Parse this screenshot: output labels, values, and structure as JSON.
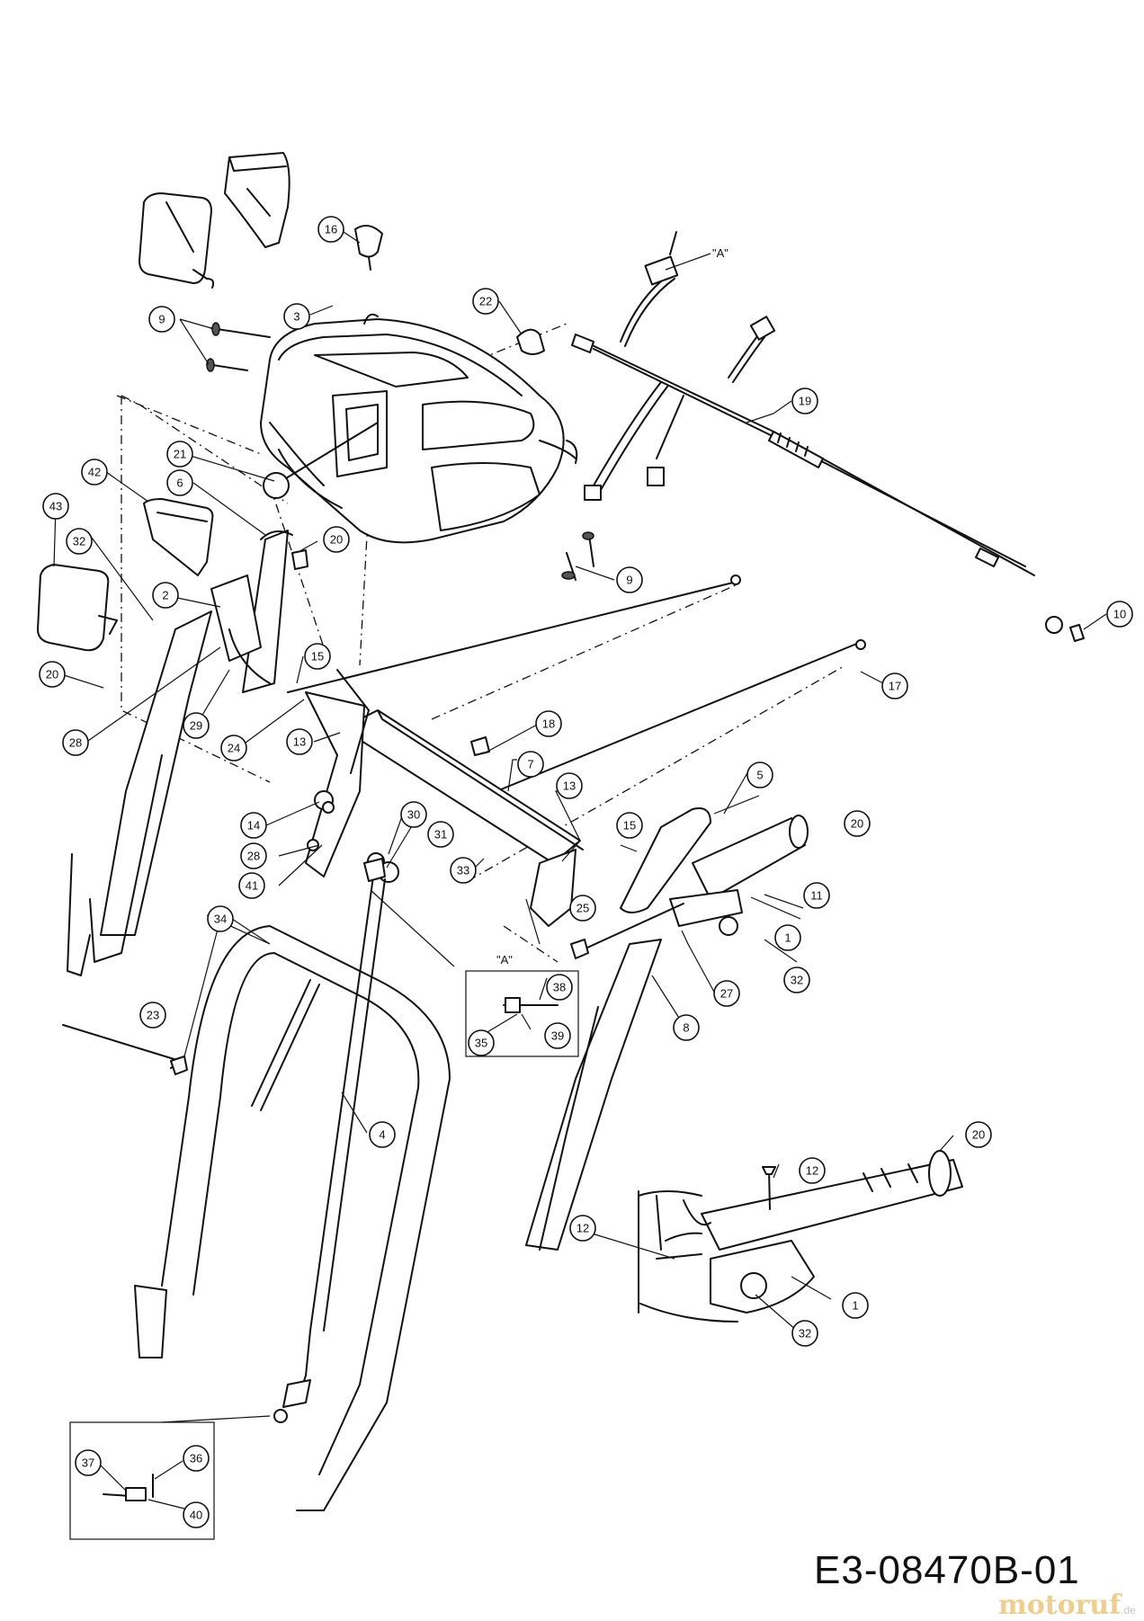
{
  "drawing_number": "E3-08470B-01",
  "view_reference": "\"A\"",
  "watermark": {
    "brand": "motoruf",
    "suffix": ".de"
  },
  "callouts": [
    {
      "id": "c16",
      "label": "16"
    },
    {
      "id": "c3",
      "label": "3"
    },
    {
      "id": "c9a",
      "label": "9"
    },
    {
      "id": "c22",
      "label": "22"
    },
    {
      "id": "c19",
      "label": "19"
    },
    {
      "id": "c21",
      "label": "21"
    },
    {
      "id": "c42",
      "label": "42"
    },
    {
      "id": "c6",
      "label": "6"
    },
    {
      "id": "c43",
      "label": "43"
    },
    {
      "id": "c20a",
      "label": "20"
    },
    {
      "id": "c32a",
      "label": "32"
    },
    {
      "id": "c9b",
      "label": "9"
    },
    {
      "id": "c10",
      "label": "10"
    },
    {
      "id": "c2",
      "label": "2"
    },
    {
      "id": "c20b",
      "label": "20"
    },
    {
      "id": "c15a",
      "label": "15"
    },
    {
      "id": "c17",
      "label": "17"
    },
    {
      "id": "c28a",
      "label": "28"
    },
    {
      "id": "c29",
      "label": "29"
    },
    {
      "id": "c24",
      "label": "24"
    },
    {
      "id": "c13a",
      "label": "13"
    },
    {
      "id": "c18",
      "label": "18"
    },
    {
      "id": "c7",
      "label": "7"
    },
    {
      "id": "c5",
      "label": "5"
    },
    {
      "id": "c14",
      "label": "14"
    },
    {
      "id": "c30",
      "label": "30"
    },
    {
      "id": "c13b",
      "label": "13"
    },
    {
      "id": "c15b",
      "label": "15"
    },
    {
      "id": "c20c",
      "label": "20"
    },
    {
      "id": "c28b",
      "label": "28"
    },
    {
      "id": "c31",
      "label": "31"
    },
    {
      "id": "c33",
      "label": "33"
    },
    {
      "id": "c41",
      "label": "41"
    },
    {
      "id": "c25",
      "label": "25"
    },
    {
      "id": "c11",
      "label": "11"
    },
    {
      "id": "c34",
      "label": "34"
    },
    {
      "id": "c1a",
      "label": "1"
    },
    {
      "id": "c38",
      "label": "38"
    },
    {
      "id": "c32b",
      "label": "32"
    },
    {
      "id": "c27",
      "label": "27"
    },
    {
      "id": "c23",
      "label": "23"
    },
    {
      "id": "c35",
      "label": "35"
    },
    {
      "id": "c39",
      "label": "39"
    },
    {
      "id": "c8",
      "label": "8"
    },
    {
      "id": "c4",
      "label": "4"
    },
    {
      "id": "c20d",
      "label": "20"
    },
    {
      "id": "c12a",
      "label": "12"
    },
    {
      "id": "c12b",
      "label": "12"
    },
    {
      "id": "c1b",
      "label": "1"
    },
    {
      "id": "c32c",
      "label": "32"
    },
    {
      "id": "c37",
      "label": "37"
    },
    {
      "id": "c36",
      "label": "36"
    },
    {
      "id": "c40",
      "label": "40"
    }
  ]
}
